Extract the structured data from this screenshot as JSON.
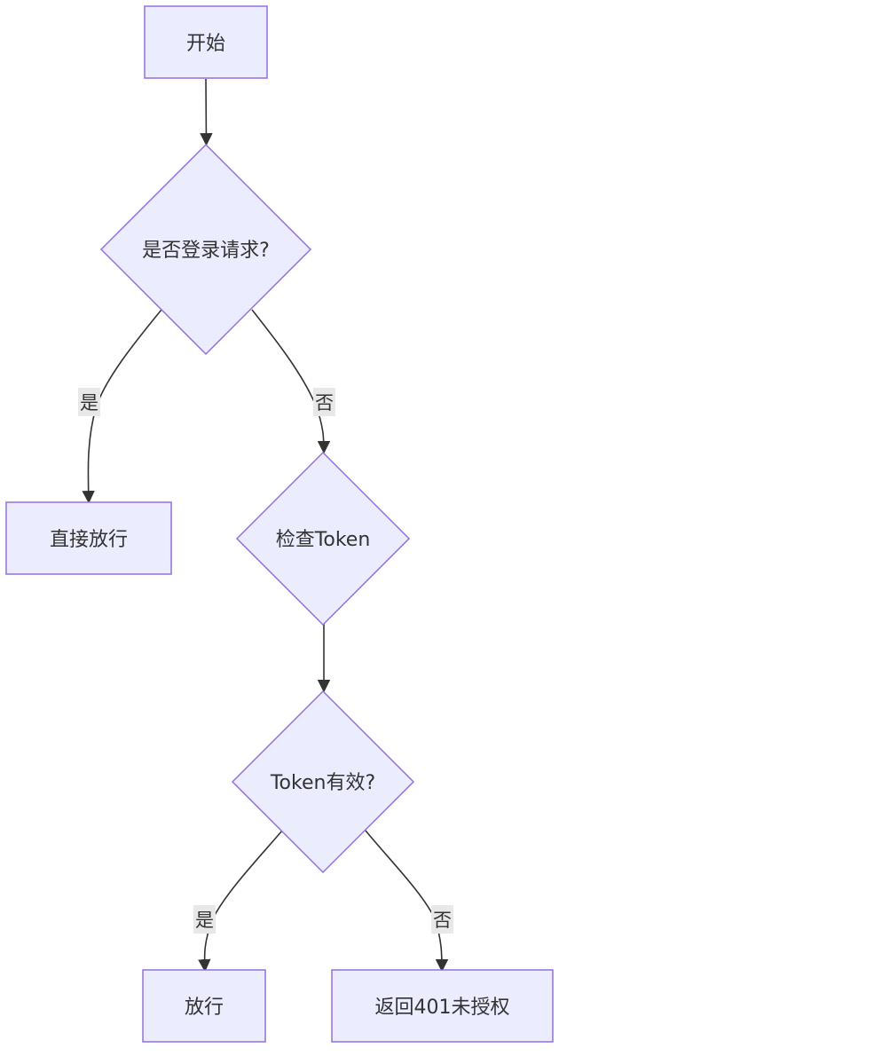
{
  "diagram": {
    "type": "flowchart",
    "colors": {
      "node_fill": "#ECECFF",
      "node_stroke": "#9370DB",
      "edge": "#333333",
      "edge_label_bg": "#e8e8e8"
    },
    "nodes": {
      "start": "开始",
      "is_login": "是否登录请求?",
      "pass_direct": "直接放行",
      "check_token": "检查Token",
      "token_valid": "Token有效?",
      "pass": "放行",
      "unauthorized": "返回401未授权"
    },
    "edges": [
      {
        "from": "start",
        "to": "is_login",
        "label": ""
      },
      {
        "from": "is_login",
        "to": "pass_direct",
        "label": "是"
      },
      {
        "from": "is_login",
        "to": "check_token",
        "label": "否"
      },
      {
        "from": "check_token",
        "to": "token_valid",
        "label": ""
      },
      {
        "from": "token_valid",
        "to": "pass",
        "label": "是"
      },
      {
        "from": "token_valid",
        "to": "unauthorized",
        "label": "否"
      }
    ]
  }
}
